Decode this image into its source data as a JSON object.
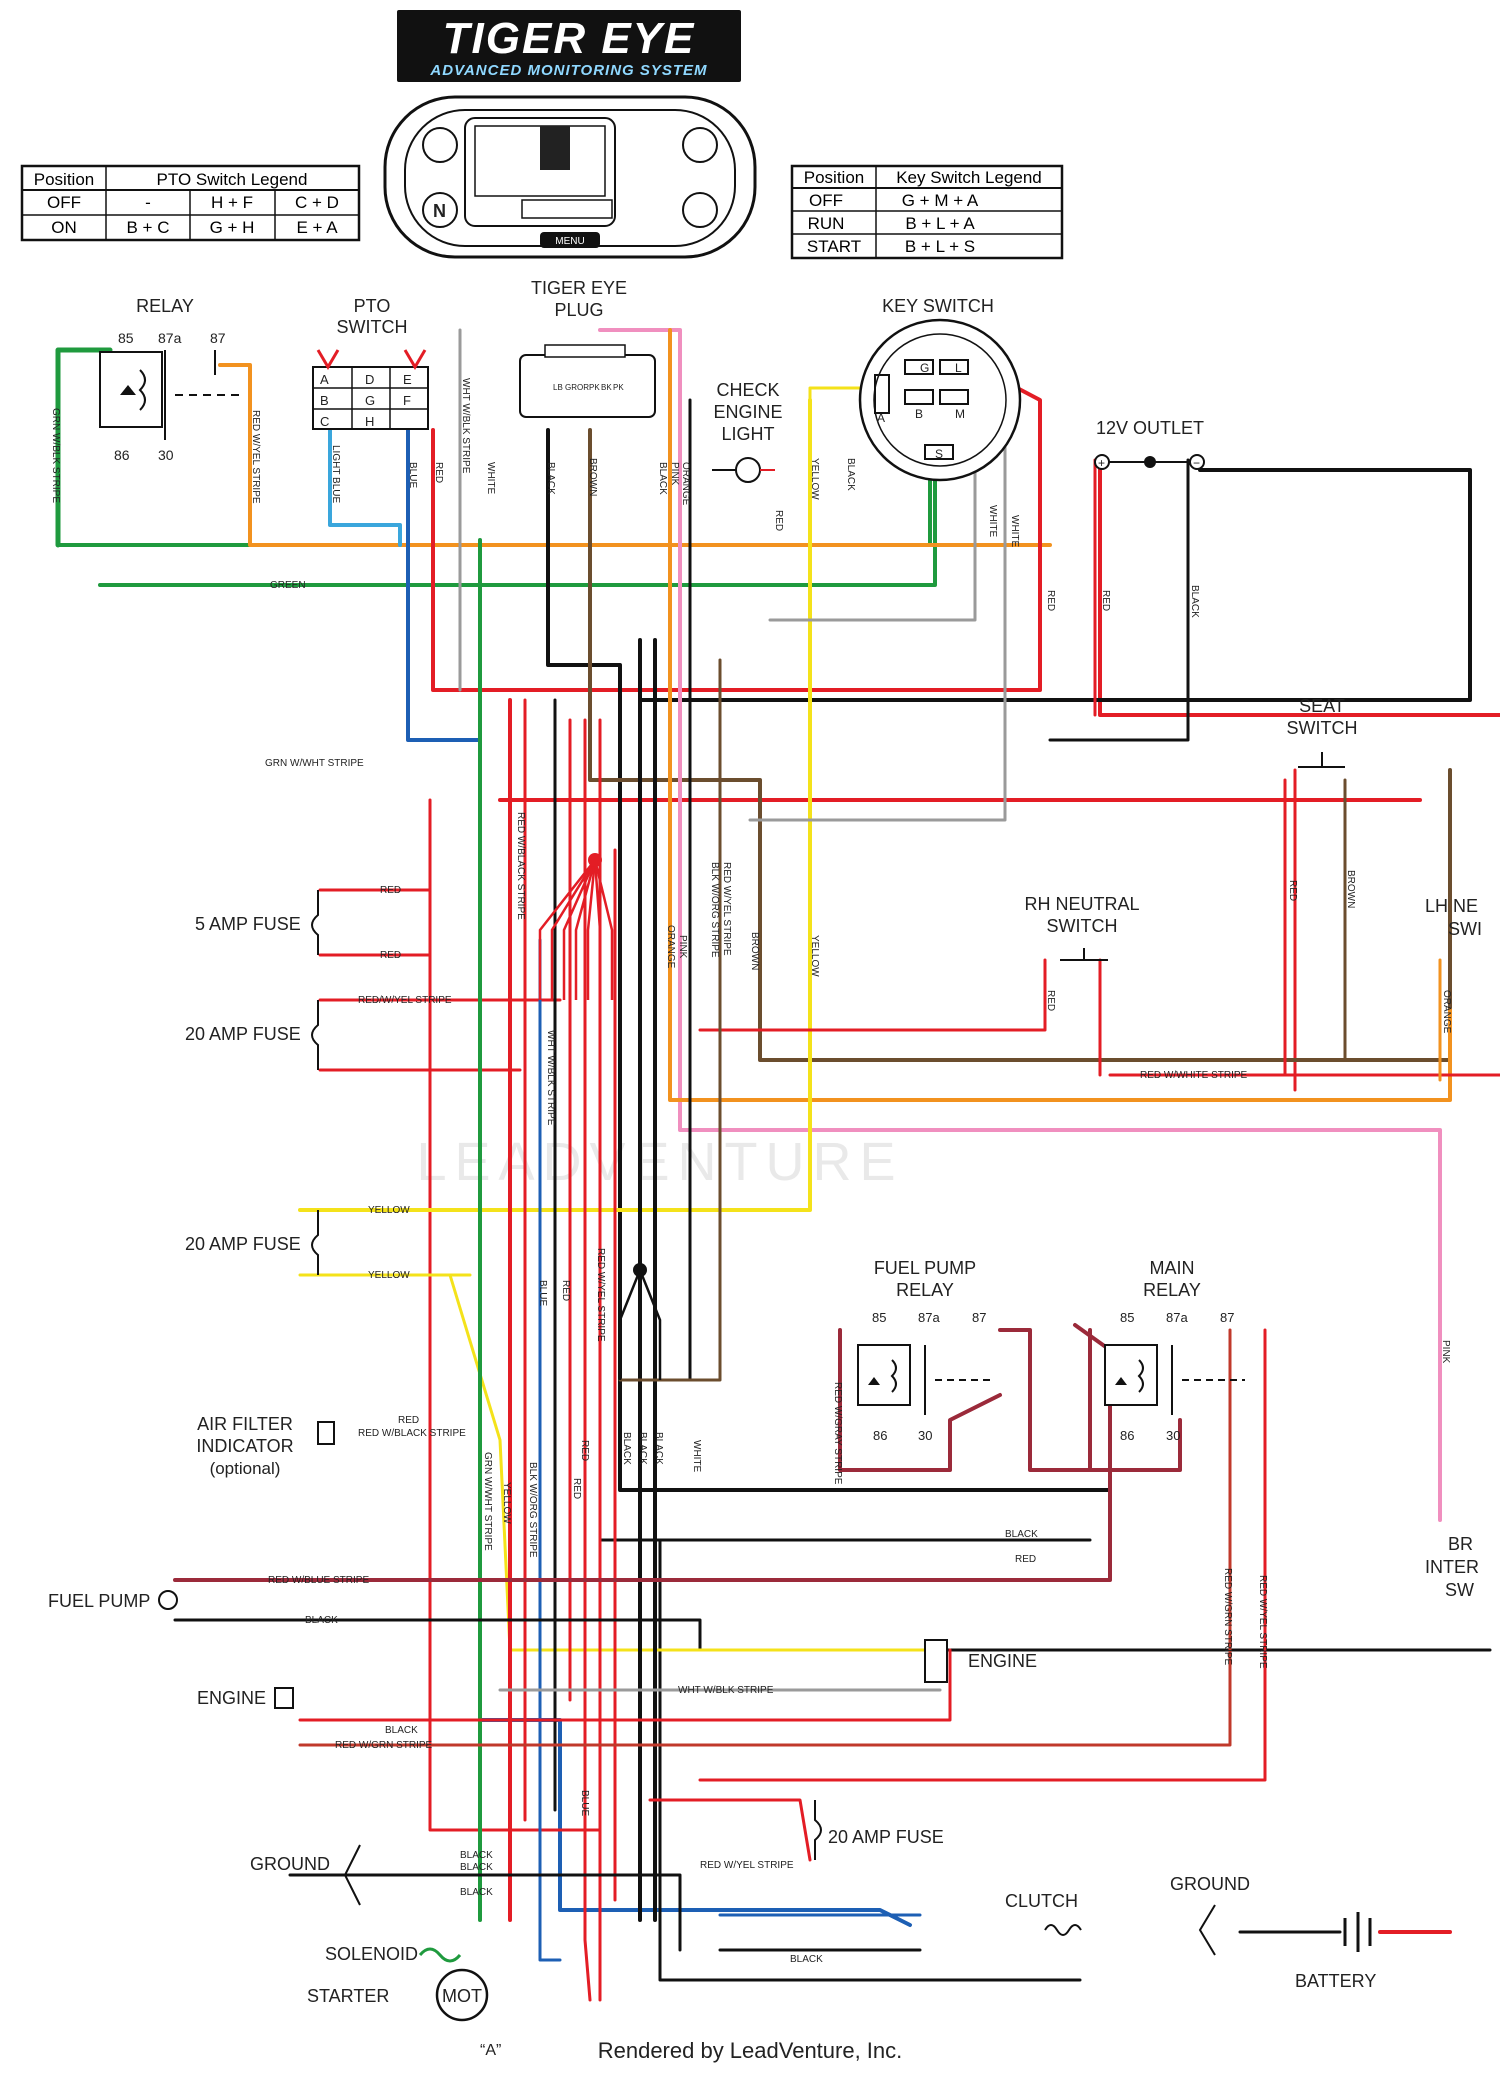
{
  "brand": {
    "title": "TIGER EYE",
    "subtitle": "ADVANCED MONITORING SYSTEM",
    "display_button": "MENU"
  },
  "pto_legend": {
    "header_position": "Position",
    "header_title": "PTO Switch Legend",
    "rows": [
      {
        "pos": "OFF",
        "a": "-",
        "b": "H + F",
        "c": "C + D"
      },
      {
        "pos": "ON",
        "a": "B + C",
        "b": "G + H",
        "c": "E + A"
      }
    ]
  },
  "key_legend": {
    "header_position": "Position",
    "header_title": "Key Switch Legend",
    "rows": [
      {
        "pos": "OFF",
        "val": "G + M + A"
      },
      {
        "pos": "RUN",
        "val": "B + L + A"
      },
      {
        "pos": "START",
        "val": "B + L + S"
      }
    ]
  },
  "components": {
    "relay": "RELAY",
    "pto_switch_1": "PTO",
    "pto_switch_2": "SWITCH",
    "plug_1": "TIGER EYE",
    "plug_2": "PLUG",
    "key_switch": "KEY SWITCH",
    "check_1": "CHECK",
    "check_2": "ENGINE",
    "check_3": "LIGHT",
    "outlet": "12V OUTLET",
    "seat_1": "SEAT",
    "seat_2": "SWITCH",
    "rh_1": "RH NEUTRAL",
    "rh_2": "SWITCH",
    "lh_1": "LH NE",
    "lh_2": "SWI",
    "fuse5": "5 AMP FUSE",
    "fuse20a": "20 AMP FUSE",
    "fuse20b": "20 AMP FUSE",
    "fuse20c": "20 AMP FUSE",
    "fpr_1": "FUEL PUMP",
    "fpr_2": "RELAY",
    "mr_1": "MAIN",
    "mr_2": "RELAY",
    "air_1": "AIR FILTER",
    "air_2": "INDICATOR",
    "air_3": "(optional)",
    "fuel_pump": "FUEL PUMP",
    "engine_left": "ENGINE",
    "engine_right": "ENGINE",
    "ground_left": "GROUND",
    "ground_right": "GROUND",
    "solenoid": "SOLENOID",
    "starter": "STARTER",
    "mot": "MOT",
    "a_marker": "“A”",
    "clutch": "CLUTCH",
    "battery": "BATTERY",
    "br_1": "BR",
    "br_2": "INTER",
    "br_3": "SW"
  },
  "pins": {
    "r85": "85",
    "r87a": "87a",
    "r87": "87",
    "r86": "86",
    "r30": "30",
    "fp85": "85",
    "fp87a": "87a",
    "fp87": "87",
    "fp86": "86",
    "fp30": "30",
    "mr85": "85",
    "mr87a": "87a",
    "mr87": "87",
    "mr86": "86",
    "mr30": "30",
    "pto": [
      "A",
      "B",
      "C",
      "D",
      "E",
      "F",
      "G",
      "H"
    ],
    "key_g": "G",
    "key_l": "L",
    "key_a": "A",
    "key_b": "B",
    "key_m": "M",
    "key_s": "S",
    "plug": [
      "LB",
      "GR",
      "GR",
      "LB",
      "OR",
      "PK",
      "OR",
      "BK",
      "BK",
      "PK"
    ],
    "plus": "+",
    "minus": "−"
  },
  "wires": {
    "grn_blk": "GRN W/BLK STRIPE",
    "red_yel": "RED W/YEL STRIPE",
    "green": "GREEN",
    "grn_wht": "GRN W/WHT STRIPE",
    "light_blue": "LIGHT BLUE",
    "blue": "BLUE",
    "red": "RED",
    "wht_blk": "WHT W/BLK STRIPE",
    "white": "WHITE",
    "black": "BLACK",
    "brown": "BROWN",
    "pink": "PINK",
    "orange": "ORANGE",
    "yellow": "YELLOW",
    "red_blk": "RED W/BLACK STRIPE",
    "blk_org": "BLK W/ORG STRIPE",
    "red_yel_l": "RED/W/YEL STRIPE",
    "red_white": "RED W/WHITE STRIPE",
    "red_gray": "RED W/GRAY STRIPE",
    "red_grn": "RED W/GRN STRIPE",
    "red_blue": "RED W/BLUE STRIPE",
    "red_grn2": "RED W/GRN STRIPE",
    "red_yel2": "RED W/YEL STRIPE"
  },
  "footer": "Rendered by LeadVenture, Inc.",
  "watermark": "LEADVENTURE",
  "colors": {
    "red": "#e31d25",
    "green": "#1f9a3e",
    "blue": "#1d5fb4",
    "light_blue": "#3aa6dc",
    "black": "#111111",
    "brown": "#6b4d2e",
    "pink": "#f08fbf",
    "orange": "#f2921f",
    "yellow": "#f4e21a",
    "gray": "#9a9a9a",
    "dark_red": "#9b2a3a"
  }
}
